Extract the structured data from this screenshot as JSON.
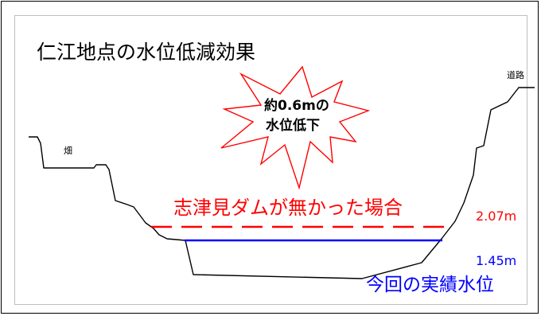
{
  "title": "仁江地点の水位低減効果",
  "labels": {
    "road": "道路",
    "field": "畑"
  },
  "callout": {
    "line1": "約0.6mの",
    "line2": "水位低下"
  },
  "annotations": {
    "without_dam": "志津見ダムが無かった場合",
    "without_dam_level": "2.07m",
    "actual_level": "1.45m",
    "actual_label": "今回の実績水位"
  },
  "colors": {
    "without_dam": "#ff0000",
    "actual": "#0000ff",
    "terrain": "#000000"
  }
}
